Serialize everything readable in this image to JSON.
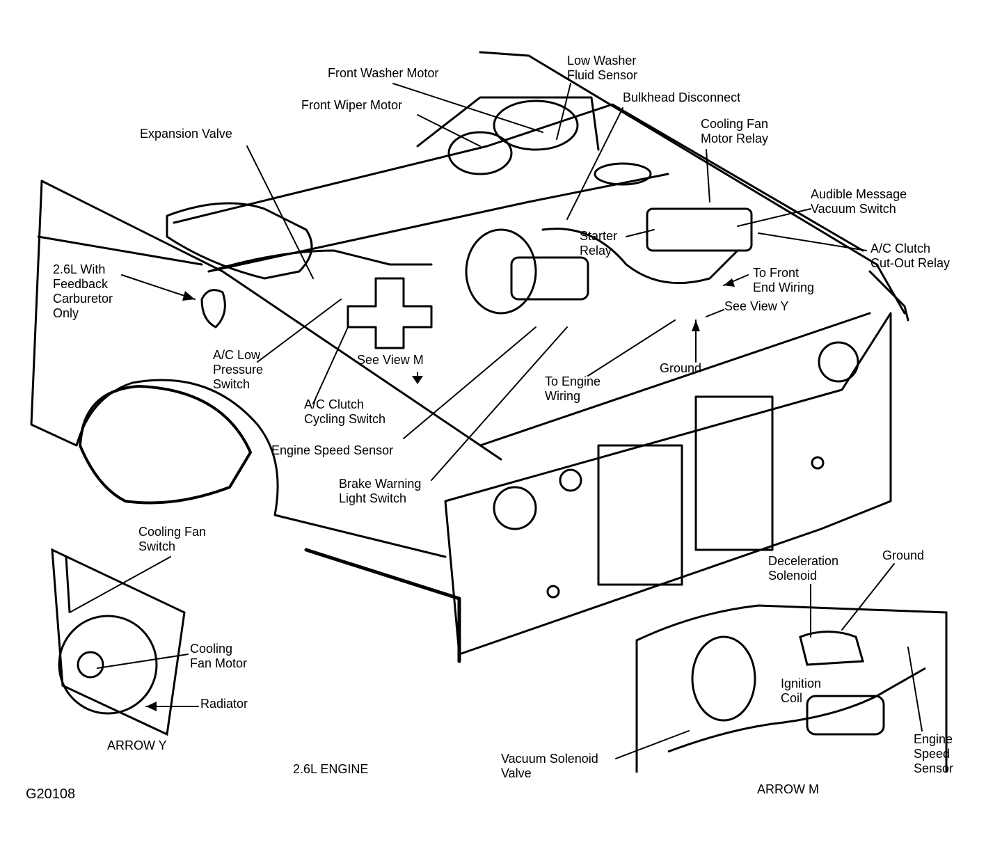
{
  "figure_code": "G20108",
  "engine_caption": "2.6L ENGINE",
  "labels": {
    "front_washer_motor": [
      "Front Washer Motor"
    ],
    "low_washer_fluid_sensor": [
      "Low Washer",
      "Fluid Sensor"
    ],
    "front_wiper_motor": [
      "Front Wiper Motor"
    ],
    "bulkhead_disconnect": [
      "Bulkhead Disconnect"
    ],
    "expansion_valve": [
      "Expansion Valve"
    ],
    "cooling_fan_motor_relay": [
      "Cooling Fan",
      "Motor Relay"
    ],
    "audible_message_vacuum_switch": [
      "Audible Message",
      "Vacuum Switch"
    ],
    "starter_relay": [
      "Starter",
      "Relay"
    ],
    "ac_clutch_cutout_relay": [
      "A/C Clutch",
      "Cut-Out Relay"
    ],
    "feedback_carburetor": [
      "2.6L With",
      "Feedback",
      "Carburetor",
      "Only"
    ],
    "to_front_end_wiring": [
      "To Front",
      "End Wiring"
    ],
    "see_view_y": [
      "See View Y"
    ],
    "ac_low_pressure_switch": [
      "A/C Low",
      "Pressure",
      "Switch"
    ],
    "see_view_m": [
      "See View M"
    ],
    "ground_main": [
      "Ground"
    ],
    "to_engine_wiring": [
      "To Engine",
      "Wiring"
    ],
    "ac_clutch_cycling_switch": [
      "A/C Clutch",
      "Cycling Switch"
    ],
    "engine_speed_sensor_main": [
      "Engine Speed Sensor"
    ],
    "brake_warning_light_switch": [
      "Brake Warning",
      "Light Switch"
    ],
    "cooling_fan_switch": [
      "Cooling Fan",
      "Switch"
    ],
    "cooling_fan_motor": [
      "Cooling",
      "Fan Motor"
    ],
    "radiator": [
      "Radiator"
    ],
    "deceleration_solenoid": [
      "Deceleration",
      "Solenoid"
    ],
    "ground_inset": [
      "Ground"
    ],
    "ignition_coil": [
      "Ignition",
      "Coil"
    ],
    "vacuum_solenoid_valve": [
      "Vacuum Solenoid",
      "Valve"
    ],
    "engine_speed_sensor_inset": [
      "Engine",
      "Speed",
      "Sensor"
    ]
  },
  "view_captions": {
    "arrow_y": "ARROW Y",
    "arrow_m": "ARROW M"
  }
}
